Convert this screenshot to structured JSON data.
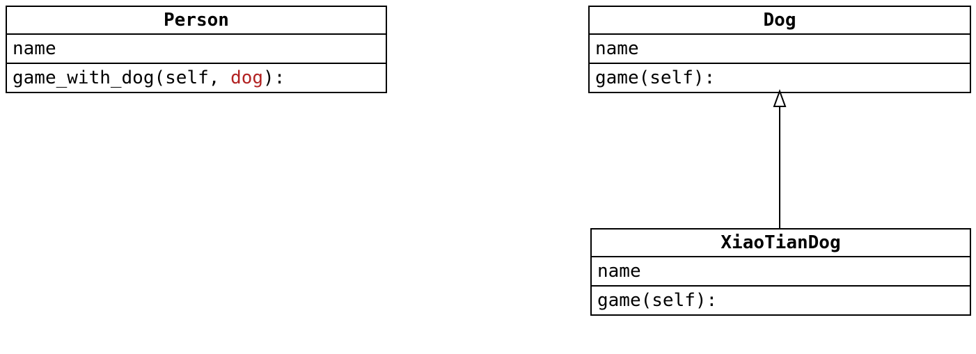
{
  "diagram": {
    "person": {
      "title": "Person",
      "attribute": "name",
      "method_prefix": "game_with_dog(self, ",
      "method_param": "dog",
      "method_suffix": "):"
    },
    "dog": {
      "title": "Dog",
      "attribute": "name",
      "method": "game(self):"
    },
    "xiao_tian_dog": {
      "title": "XiaoTianDog",
      "attribute": "name",
      "method": "game(self):"
    },
    "inheritance_arrow": {
      "from": "XiaoTianDog",
      "to": "Dog",
      "head": "hollow-triangle"
    }
  },
  "colors": {
    "param_highlight": "#b22222",
    "text": "#000000",
    "border": "#000000",
    "background": "#ffffff"
  }
}
